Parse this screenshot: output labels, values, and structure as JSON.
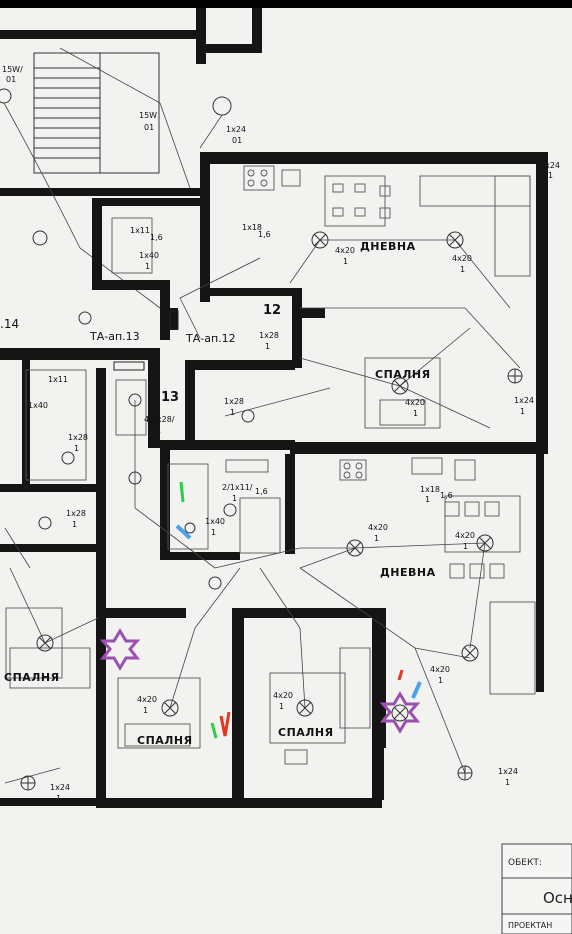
{
  "rooms": {
    "dnevna_top": "ДНЕВНА",
    "spalnya_mid": "СПАЛНЯ",
    "dnevna_right": "ДНЕВНА",
    "spalnya_left": "СПАЛНЯ",
    "spalnya_center1": "СПАЛНЯ",
    "spalnya_center2": "СПАЛНЯ"
  },
  "apartment_numbers": {
    "n12": "12",
    "n13": "13",
    "n14": ".14"
  },
  "panels": {
    "ta13": "ТА-ап.13",
    "ta12": "ТА-ап.12"
  },
  "specs": {
    "s15w_top": "15W/",
    "s01_top": "01",
    "s15w_2": "15W",
    "s01_2": "01",
    "s1x24_top": "1x24",
    "s01_3": "01",
    "s1x11": "1x11",
    "s16a": "1,6",
    "s1x40_a": "1x40",
    "s1_a": "1",
    "s1x18_a": "1x18",
    "s16b": "1,6",
    "s4x20_a": "4x20",
    "s1_b": "1",
    "s4x20_b": "4x20",
    "s1_c": "1",
    "s1x28_a": "1x28",
    "s1_d": "1",
    "s4x20_c": "4x20",
    "s1_e": "1",
    "s1x24_b": "1x24",
    "s1_f": "1",
    "s1x28_b": "1x28",
    "s1_g": "1",
    "s41x28": "4/1x28/",
    "s1_h": "1",
    "s1x11_b": "1x11",
    "s1x40_b": "1x40",
    "s1x28_c": "1x28",
    "s1_i": "1",
    "s1x28_d": "1x28",
    "s1_j": "1",
    "s21x11": "2/1x11/",
    "s16c": "1,6",
    "s1_k": "1",
    "s1x40_c": "1x40",
    "s1_l": "1",
    "s1x18_b": "1x18",
    "s1_m": "1",
    "s16d": "1,6",
    "s4x20_d": "4x20",
    "s1_n": "1",
    "s4x20_e": "4x20",
    "s1_o": "1",
    "s4x20_f": "4x20",
    "s1_p": "1",
    "s4x20_g": "4x20",
    "s1_q": "1",
    "s4x20_h": "4x20",
    "s1_r": "1",
    "s1x24_c": "1x24",
    "s1_s": "1",
    "s1x24_d": "1x24",
    "s1_t": "1",
    "s1x24_e": "1x24",
    "s1_u": "1"
  },
  "title_block": {
    "obekt": "ОБЕКТ:",
    "osn": "Осн",
    "proektant": "ПРОЕКТАН"
  },
  "markers": {
    "star_color": "#9b4fb0",
    "green": "#2ecc40",
    "red": "#e8331e",
    "blue": "#4aa3e8"
  }
}
